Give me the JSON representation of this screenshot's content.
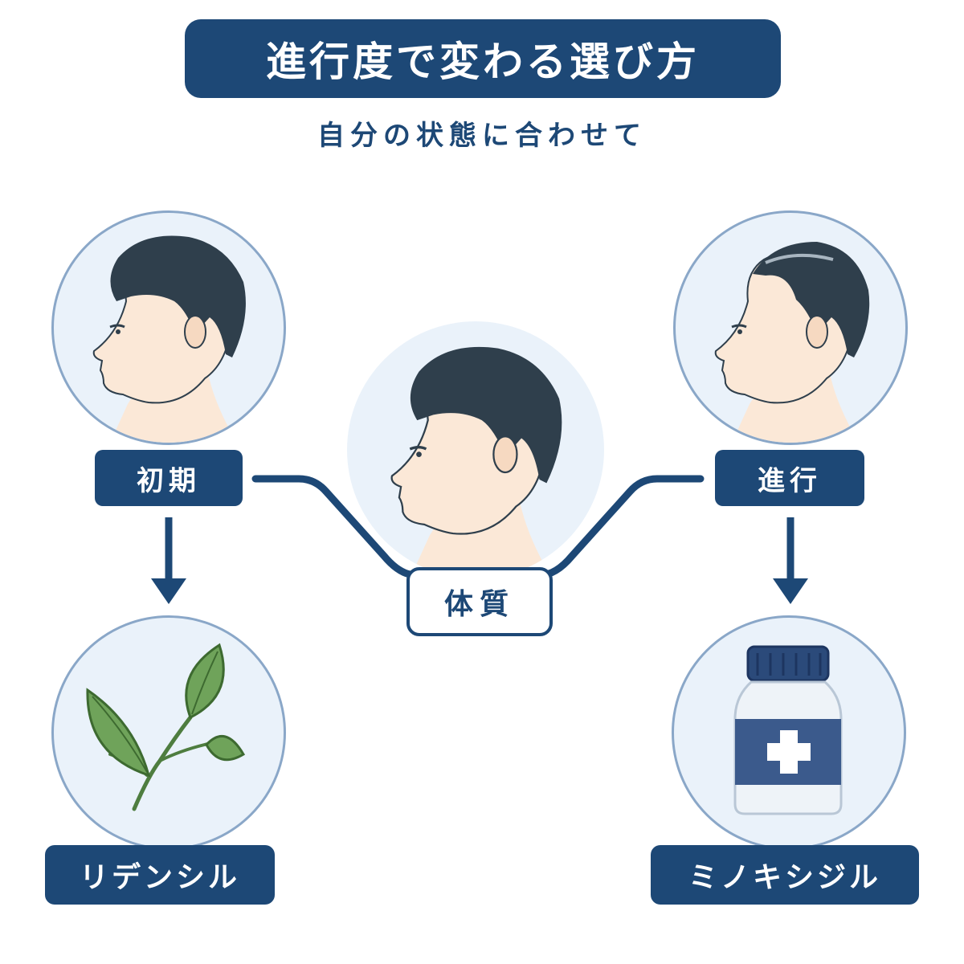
{
  "title": "進行度で変わる選び方",
  "subtitle": "自分の状態に合わせて",
  "stages": {
    "early": "初期",
    "advanced": "進行",
    "constitution": "体質"
  },
  "treatments": {
    "early": "リデンシル",
    "advanced": "ミノキシジル"
  },
  "colors": {
    "navy": "#1d4876",
    "circle_bg": "#eaf2fa",
    "ring": "#8aa7c8",
    "hair": "#2f3f4c",
    "skin": "#fbe8d7",
    "leaf": "#6fa35a"
  }
}
